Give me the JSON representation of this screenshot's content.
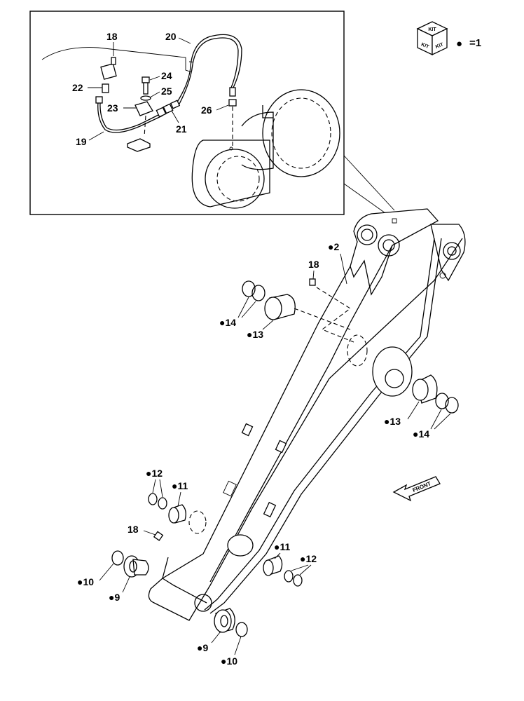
{
  "legend": {
    "kit_top": "KIT",
    "kit_left": "KIT",
    "kit_right": "KIT",
    "bullet": "●",
    "equals": "=1"
  },
  "front_label": "FRONT",
  "inset_callouts": {
    "c18": "18",
    "c20": "20",
    "c22": "22",
    "c24": "24",
    "c25": "25",
    "c23": "23",
    "c26": "26",
    "c21": "21",
    "c19": "19"
  },
  "main_callouts": {
    "c2": "●2",
    "c18a": "18",
    "c14a": "●14",
    "c13a": "●13",
    "c13b": "●13",
    "c14b": "●14",
    "c12a": "●12",
    "c11a": "●11",
    "c18b": "18",
    "c11b": "●11",
    "c12b": "●12",
    "c10a": "●10",
    "c9a": "●9",
    "c9b": "●9",
    "c10b": "●10"
  }
}
